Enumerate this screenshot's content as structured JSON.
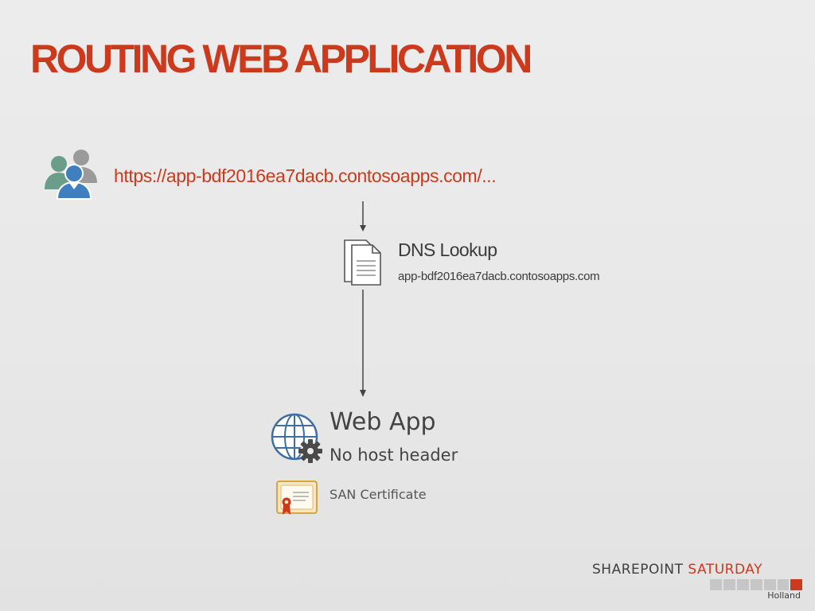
{
  "slide": {
    "title": "ROUTING WEB APPLICATION"
  },
  "request": {
    "icon": "users-icon",
    "url": "https://app-bdf2016ea7dacb.contosoapps.com/..."
  },
  "dns": {
    "icon": "document-icon",
    "title": "DNS Lookup",
    "host": "app-bdf2016ea7dacb.contosoapps.com"
  },
  "web_app": {
    "icon": "globe-gear-icon",
    "title": "Web App",
    "subtitle": "No host header"
  },
  "certificate": {
    "icon": "certificate-icon",
    "label": "SAN Certificate"
  },
  "branding": {
    "name_part1": "SHAREPOINT",
    "name_part2": "SATURDAY",
    "region": "Holland"
  },
  "colors": {
    "accent": "#cc3a1d",
    "text": "#3b3b3b",
    "background": "#e9e9e9"
  }
}
